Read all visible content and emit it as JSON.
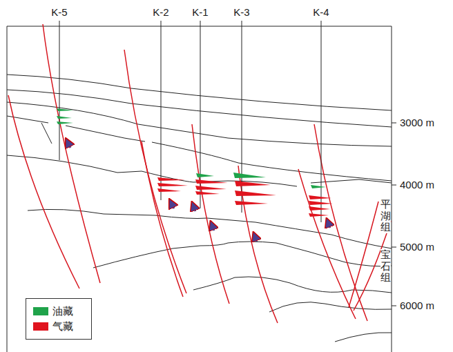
{
  "diagram": {
    "labels": [
      "K-5",
      "K-2",
      "K-1",
      "K-3",
      "K-4",
      "3000 m",
      "4000 m",
      "5000 m",
      "6000 m",
      "平湖组",
      "宝石组"
    ],
    "legend": [
      {
        "text": "油藏",
        "color": "#1fa34a"
      },
      {
        "text": "气藏",
        "color": "#e0141e"
      }
    ]
  }
}
